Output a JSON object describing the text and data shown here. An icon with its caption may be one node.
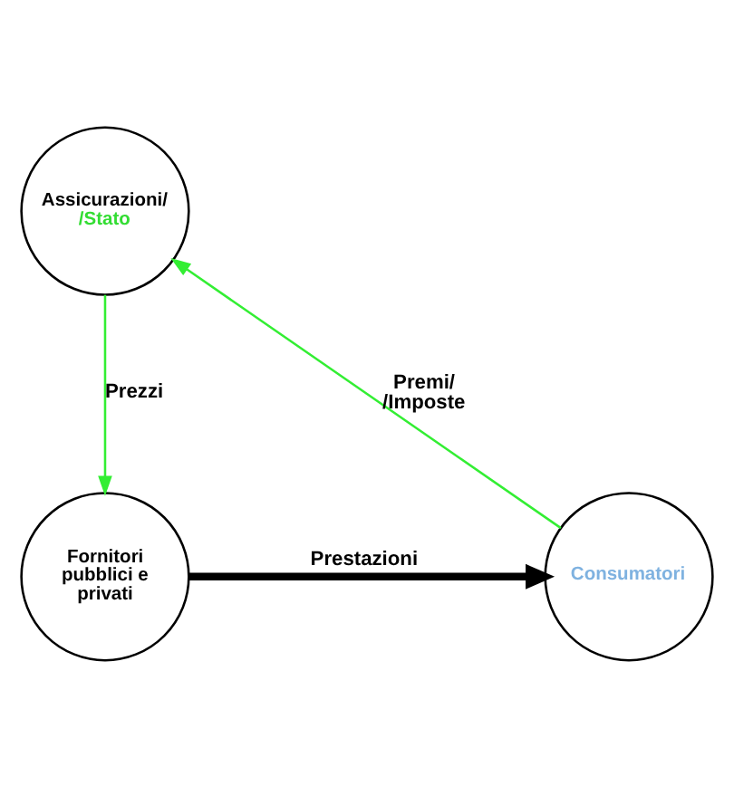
{
  "diagram": {
    "nodes": [
      {
        "text": [
          "Assicurazioni/ /Stato"
        ]
      },
      {
        "text": [
          "Fornitori pubblici e privati"
        ]
      },
      {
        "text": [
          "Consumatori"
        ]
      }
    ],
    "edges": [
      {
        "from": 2,
        "to": 0,
        "arrow": "to",
        "label": "Premi/ /Imposte"
      },
      {
        "from": 0,
        "to": 1,
        "arrow": "to",
        "label": "Prezzi"
      },
      {
        "from": 1,
        "to": 2,
        "arrow": "to",
        "label": "Prestazioni",
        "style": "thick",
        "color": "#000000"
      }
    ]
  }
}
